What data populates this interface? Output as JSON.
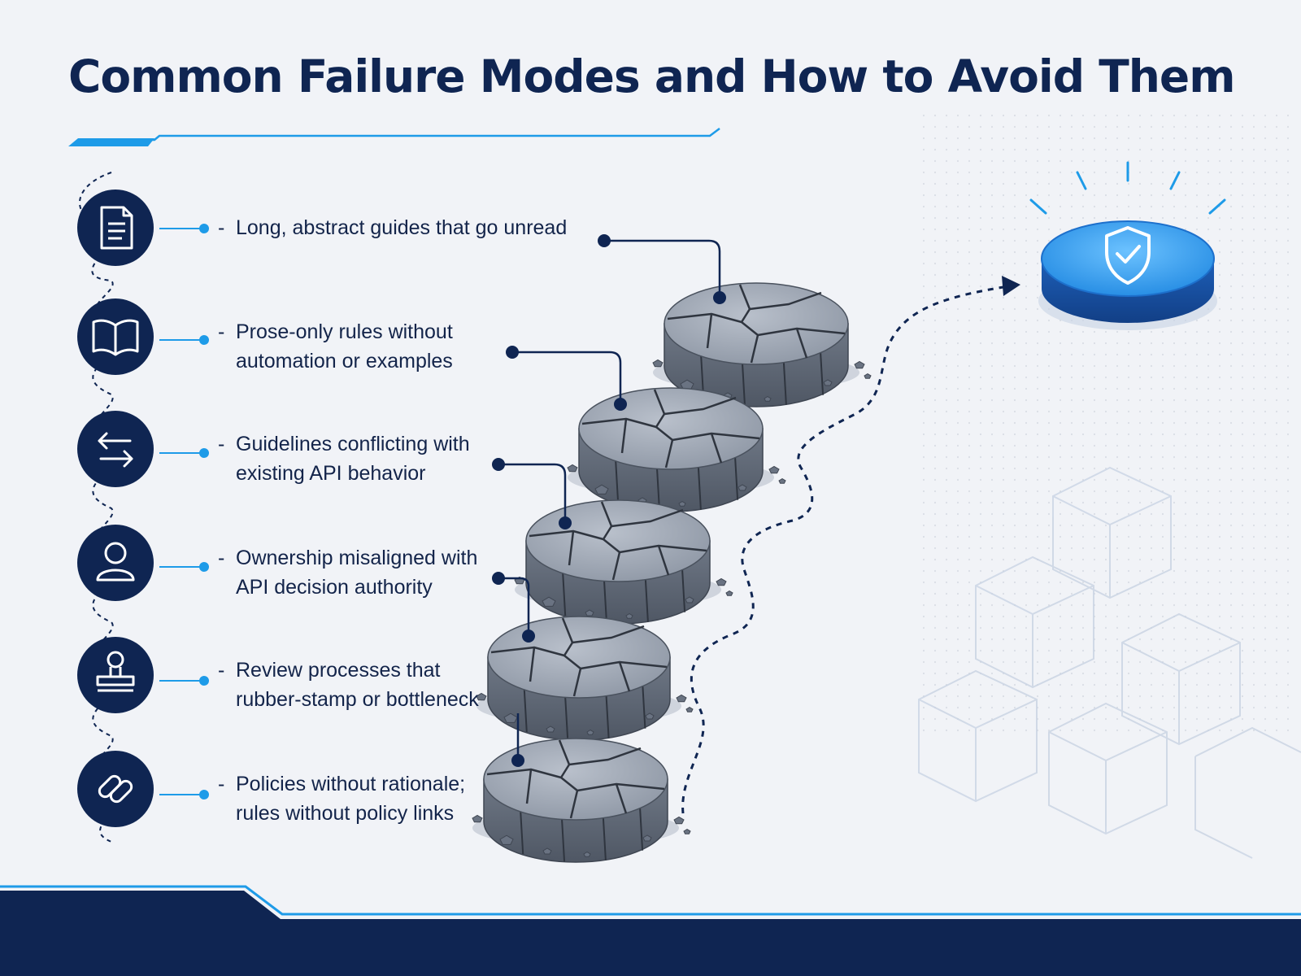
{
  "title": "Common Failure Modes and How to Avoid Them",
  "colors": {
    "navy": "#0f2552",
    "accent_blue": "#1e9be8",
    "success_blue": "#2f86e6",
    "stone": "#7b8594",
    "background": "#f1f3f7"
  },
  "failure_modes": [
    {
      "icon": "document-icon",
      "lines": [
        "Long, abstract guides that go unread"
      ]
    },
    {
      "icon": "book-icon",
      "lines": [
        "Prose-only rules without",
        "automation or examples"
      ]
    },
    {
      "icon": "arrows-exchange-icon",
      "lines": [
        "Guidelines conflicting with",
        "existing API behavior"
      ]
    },
    {
      "icon": "user-icon",
      "lines": [
        "Ownership misaligned with",
        "API decision authority"
      ]
    },
    {
      "icon": "stamp-icon",
      "lines": [
        "Review processes that",
        "rubber-stamp or bottleneck"
      ]
    },
    {
      "icon": "link-icon",
      "lines": [
        "Policies without rationale;",
        "rules without policy links"
      ]
    }
  ],
  "dash": "-",
  "goal_icon": "shield-check-icon"
}
